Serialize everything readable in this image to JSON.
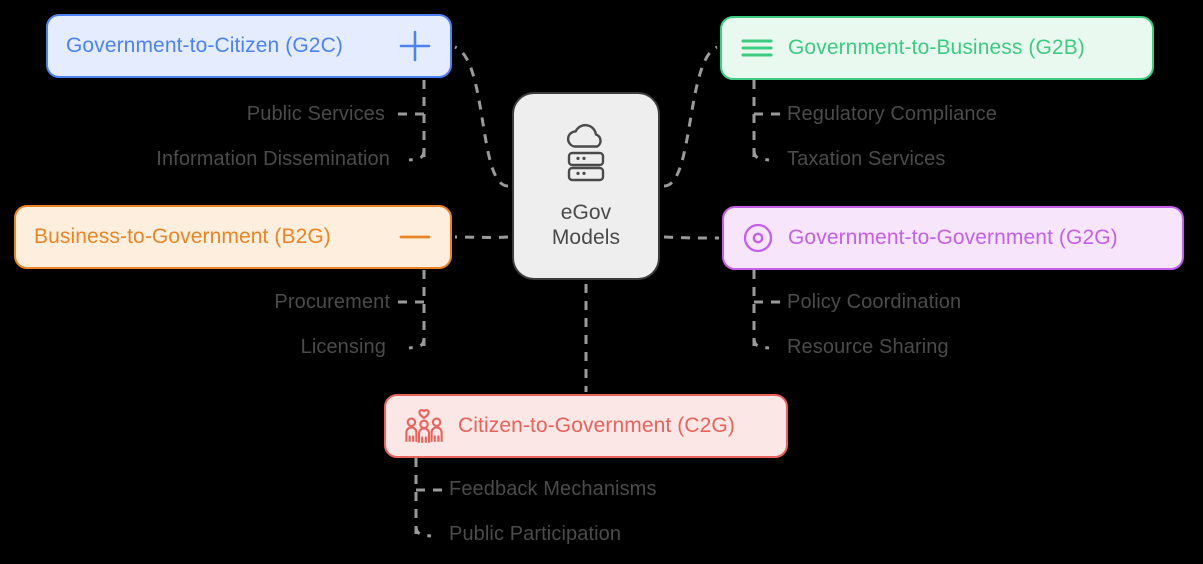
{
  "diagram": {
    "type": "mindmap",
    "background_color": "#000000",
    "center": {
      "label_line1": "eGov",
      "label_line2": "Models",
      "icon": "cloud-server-icon",
      "fill": "#eeeeee",
      "border": "#3c3c3c",
      "text_color": "#4a4a4a"
    },
    "branches": [
      {
        "id": "g2c",
        "label": "Government-to-Citizen (G2C)",
        "icon": "plus-icon",
        "icon_side": "right",
        "color": "#4d82f3",
        "fill": "#e4ecfd",
        "children": [
          "Public Services",
          "Information Dissemination"
        ]
      },
      {
        "id": "g2b",
        "label": "Government-to-Business (G2B)",
        "icon": "equals-lines-icon",
        "icon_side": "left",
        "color": "#3dcb82",
        "fill": "#eaf9f0",
        "children": [
          "Regulatory Compliance",
          "Taxation Services"
        ]
      },
      {
        "id": "b2g",
        "label": "Business-to-Government (B2G)",
        "icon": "minus-icon",
        "icon_side": "right",
        "color": "#e98526",
        "fill": "#fdeedd",
        "children": [
          "Procurement",
          "Licensing"
        ]
      },
      {
        "id": "g2g",
        "label": "Government-to-Government (G2G)",
        "icon": "circle-dot-icon",
        "icon_side": "left",
        "color": "#c45fe8",
        "fill": "#f7e6fb",
        "children": [
          "Policy Coordination",
          "Resource Sharing"
        ]
      },
      {
        "id": "c2g",
        "label": "Citizen-to-Government (C2G)",
        "icon": "family-heart-icon",
        "icon_side": "left",
        "color": "#e8635c",
        "fill": "#fbe7e5",
        "children": [
          "Feedback Mechanisms",
          "Public Participation"
        ]
      }
    ],
    "connector": {
      "style": "dashed",
      "color": "#9a9a9a"
    }
  }
}
